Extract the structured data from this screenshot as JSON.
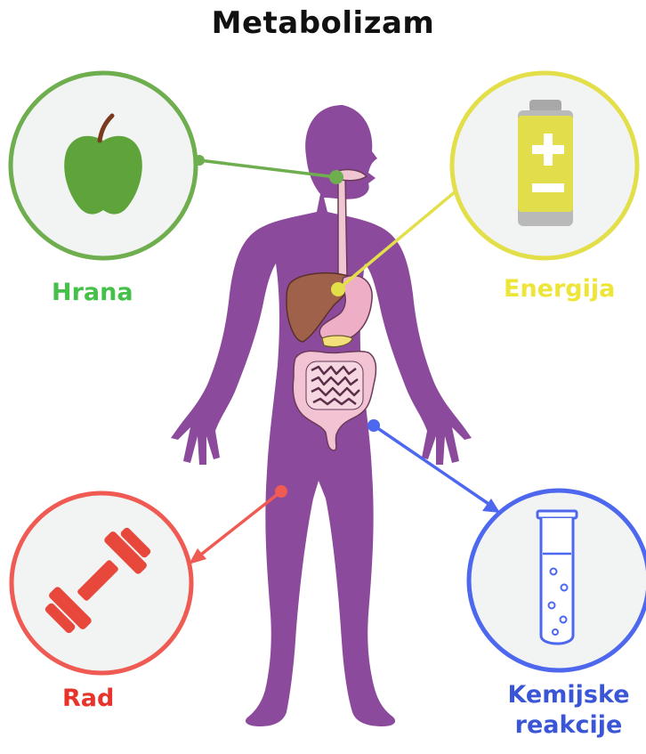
{
  "title": "Metabolizam",
  "labels": {
    "food": "Hrana",
    "energy": "Energija",
    "work": "Rad",
    "chem_line1": "Kemijske",
    "chem_line2": "reakcije"
  },
  "colors": {
    "food": "#6fae4f",
    "food_text": "#45c04a",
    "energy": "#e3df4a",
    "energy_text": "#eee53a",
    "work": "#ef5b52",
    "work_text": "#e8332b",
    "chem": "#4d67ee",
    "chem_text": "#3a55d6",
    "body": "#8c4a9c",
    "circle_fill": "#f2f3f3"
  },
  "icons": {
    "food": "apple-icon",
    "energy": "battery-icon",
    "work": "dumbbell-icon",
    "chem": "test-tube-icon"
  }
}
